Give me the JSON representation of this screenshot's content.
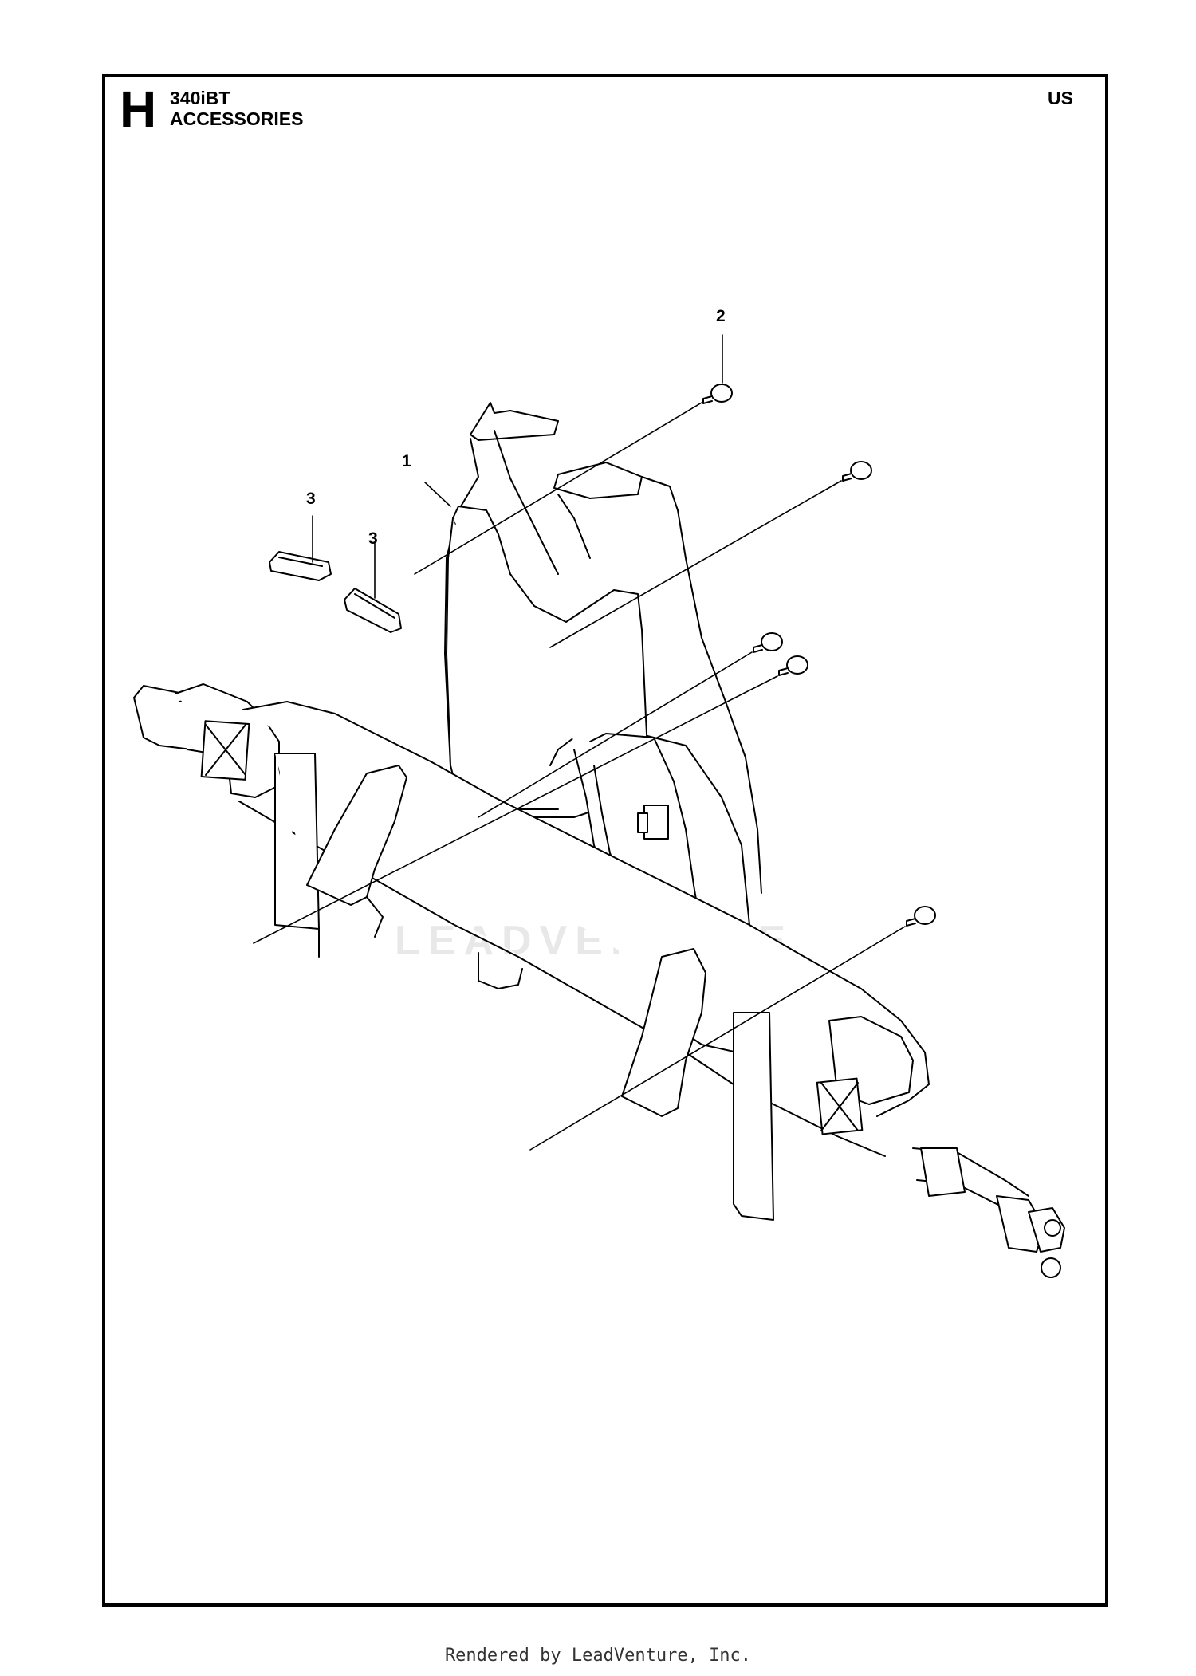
{
  "header": {
    "section": "H",
    "model": "340iBT",
    "title": "ACCESSORIES",
    "region": "US"
  },
  "callouts": [
    {
      "label": "2"
    },
    {
      "label": "1"
    },
    {
      "label": "3"
    },
    {
      "label": "3"
    }
  ],
  "watermark": "LEADVENTURE",
  "footer": "Rendered by LeadVenture, Inc."
}
